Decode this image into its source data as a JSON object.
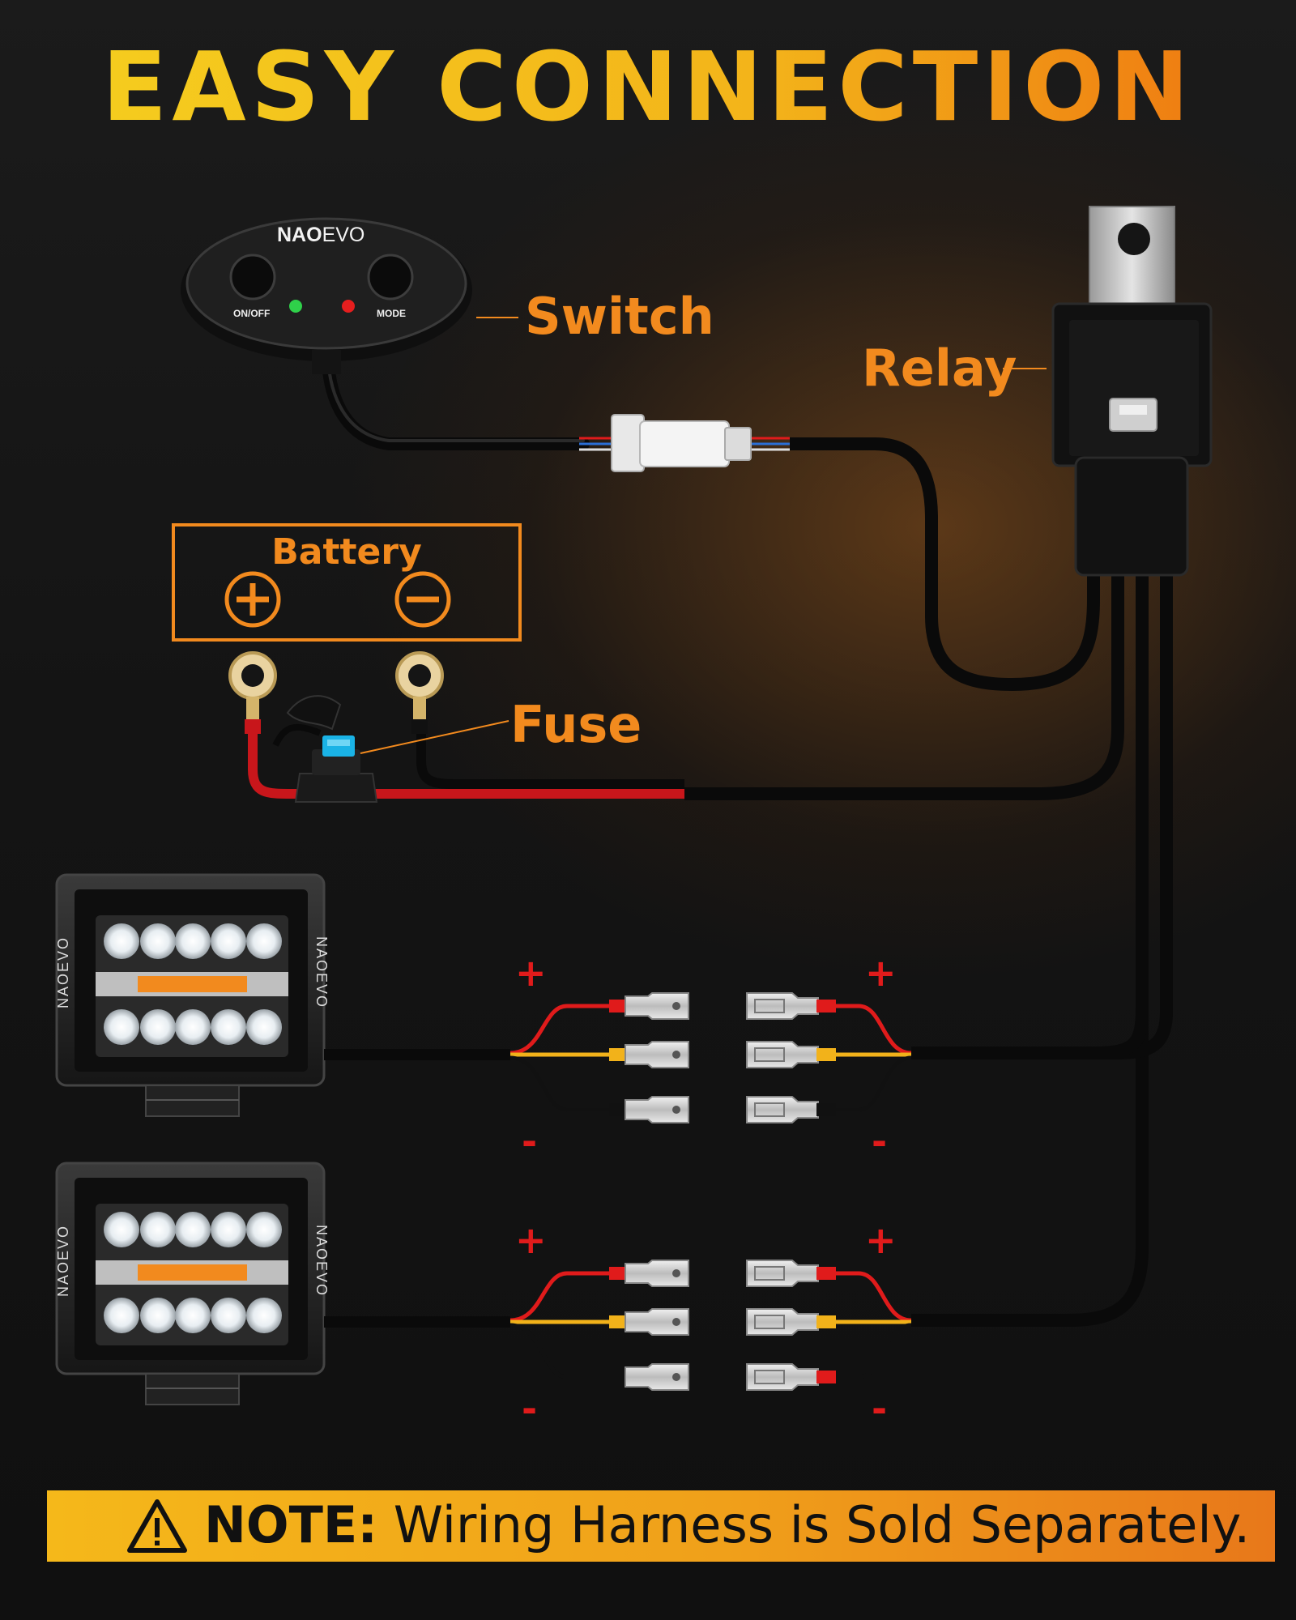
{
  "title": "EASY CONNECTION",
  "labels": {
    "switch": "Switch",
    "relay": "Relay",
    "fuse": "Fuse",
    "battery": "Battery"
  },
  "switch_unit": {
    "brand_bold": "NAO",
    "brand_rest": "EVO",
    "on_off": "ON/OFF",
    "mode": "MODE"
  },
  "lamp_brand": "NAOEVO",
  "polarity": {
    "plus": "+",
    "minus": "-"
  },
  "note": {
    "prefix": "NOTE:",
    "text": " Wiring Harness is Sold Separately."
  },
  "colors": {
    "accent_orange": "#f28a1e",
    "title_yellow": "#f2c21b",
    "wire_red": "#e01b1b",
    "wire_yellow": "#f2b21a",
    "fuse_blue": "#1ab3e6"
  }
}
